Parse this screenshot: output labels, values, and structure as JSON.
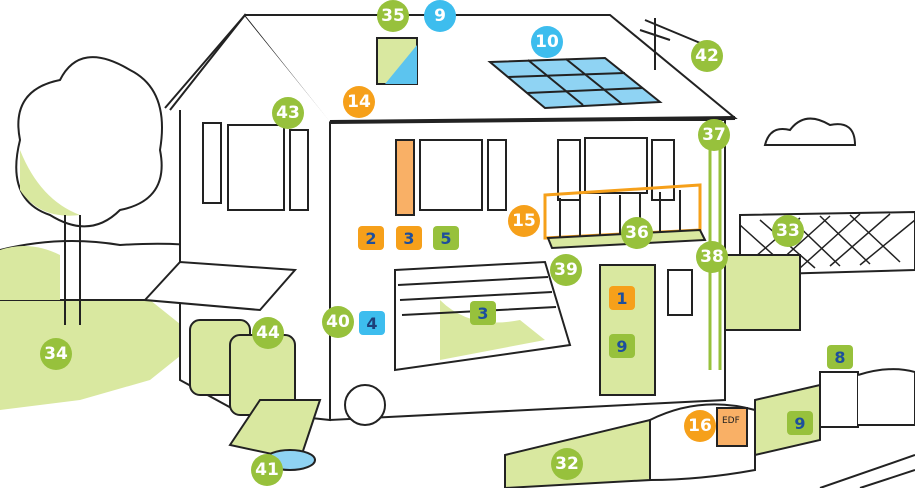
{
  "colors": {
    "green": "#97c13c",
    "orange": "#f6a01a",
    "blue": "#3dbdee",
    "light_green": "#d9e8a0"
  },
  "mailbox_label": "EDF",
  "circle_markers": [
    {
      "n": "35",
      "color": "green",
      "icon": "chimney"
    },
    {
      "n": "9",
      "color": "blue",
      "icon": "roof"
    },
    {
      "n": "10",
      "color": "blue",
      "icon": "solar-panel"
    },
    {
      "n": "42",
      "color": "green",
      "icon": "tv-antenna"
    },
    {
      "n": "14",
      "color": "orange",
      "icon": "roof-tiles"
    },
    {
      "n": "43",
      "color": "green",
      "icon": "satellite-dish"
    },
    {
      "n": "37",
      "color": "green",
      "icon": "gutter"
    },
    {
      "n": "15",
      "color": "orange",
      "icon": "balcony-railing"
    },
    {
      "n": "36",
      "color": "green",
      "icon": "balcony"
    },
    {
      "n": "33",
      "color": "green",
      "icon": "fence"
    },
    {
      "n": "38",
      "color": "green",
      "icon": "downpipe"
    },
    {
      "n": "39",
      "color": "green",
      "icon": "garage-spring"
    },
    {
      "n": "40",
      "color": "green",
      "icon": "outdoor-tap"
    },
    {
      "n": "44",
      "color": "green",
      "icon": "bins"
    },
    {
      "n": "34",
      "color": "green",
      "icon": "garden"
    },
    {
      "n": "41",
      "color": "green",
      "icon": "water-meter"
    },
    {
      "n": "32",
      "color": "green",
      "icon": "gate"
    },
    {
      "n": "16",
      "color": "orange",
      "icon": "electric-meter"
    }
  ],
  "square_markers": [
    {
      "n": "2",
      "color": "orange"
    },
    {
      "n": "3",
      "color": "orange"
    },
    {
      "n": "5",
      "color": "green"
    },
    {
      "n": "4",
      "color": "blue"
    },
    {
      "n": "3",
      "color": "green"
    },
    {
      "n": "1",
      "color": "orange"
    },
    {
      "n": "9",
      "color": "green"
    },
    {
      "n": "8",
      "color": "green"
    },
    {
      "n": "9",
      "color": "green"
    }
  ]
}
